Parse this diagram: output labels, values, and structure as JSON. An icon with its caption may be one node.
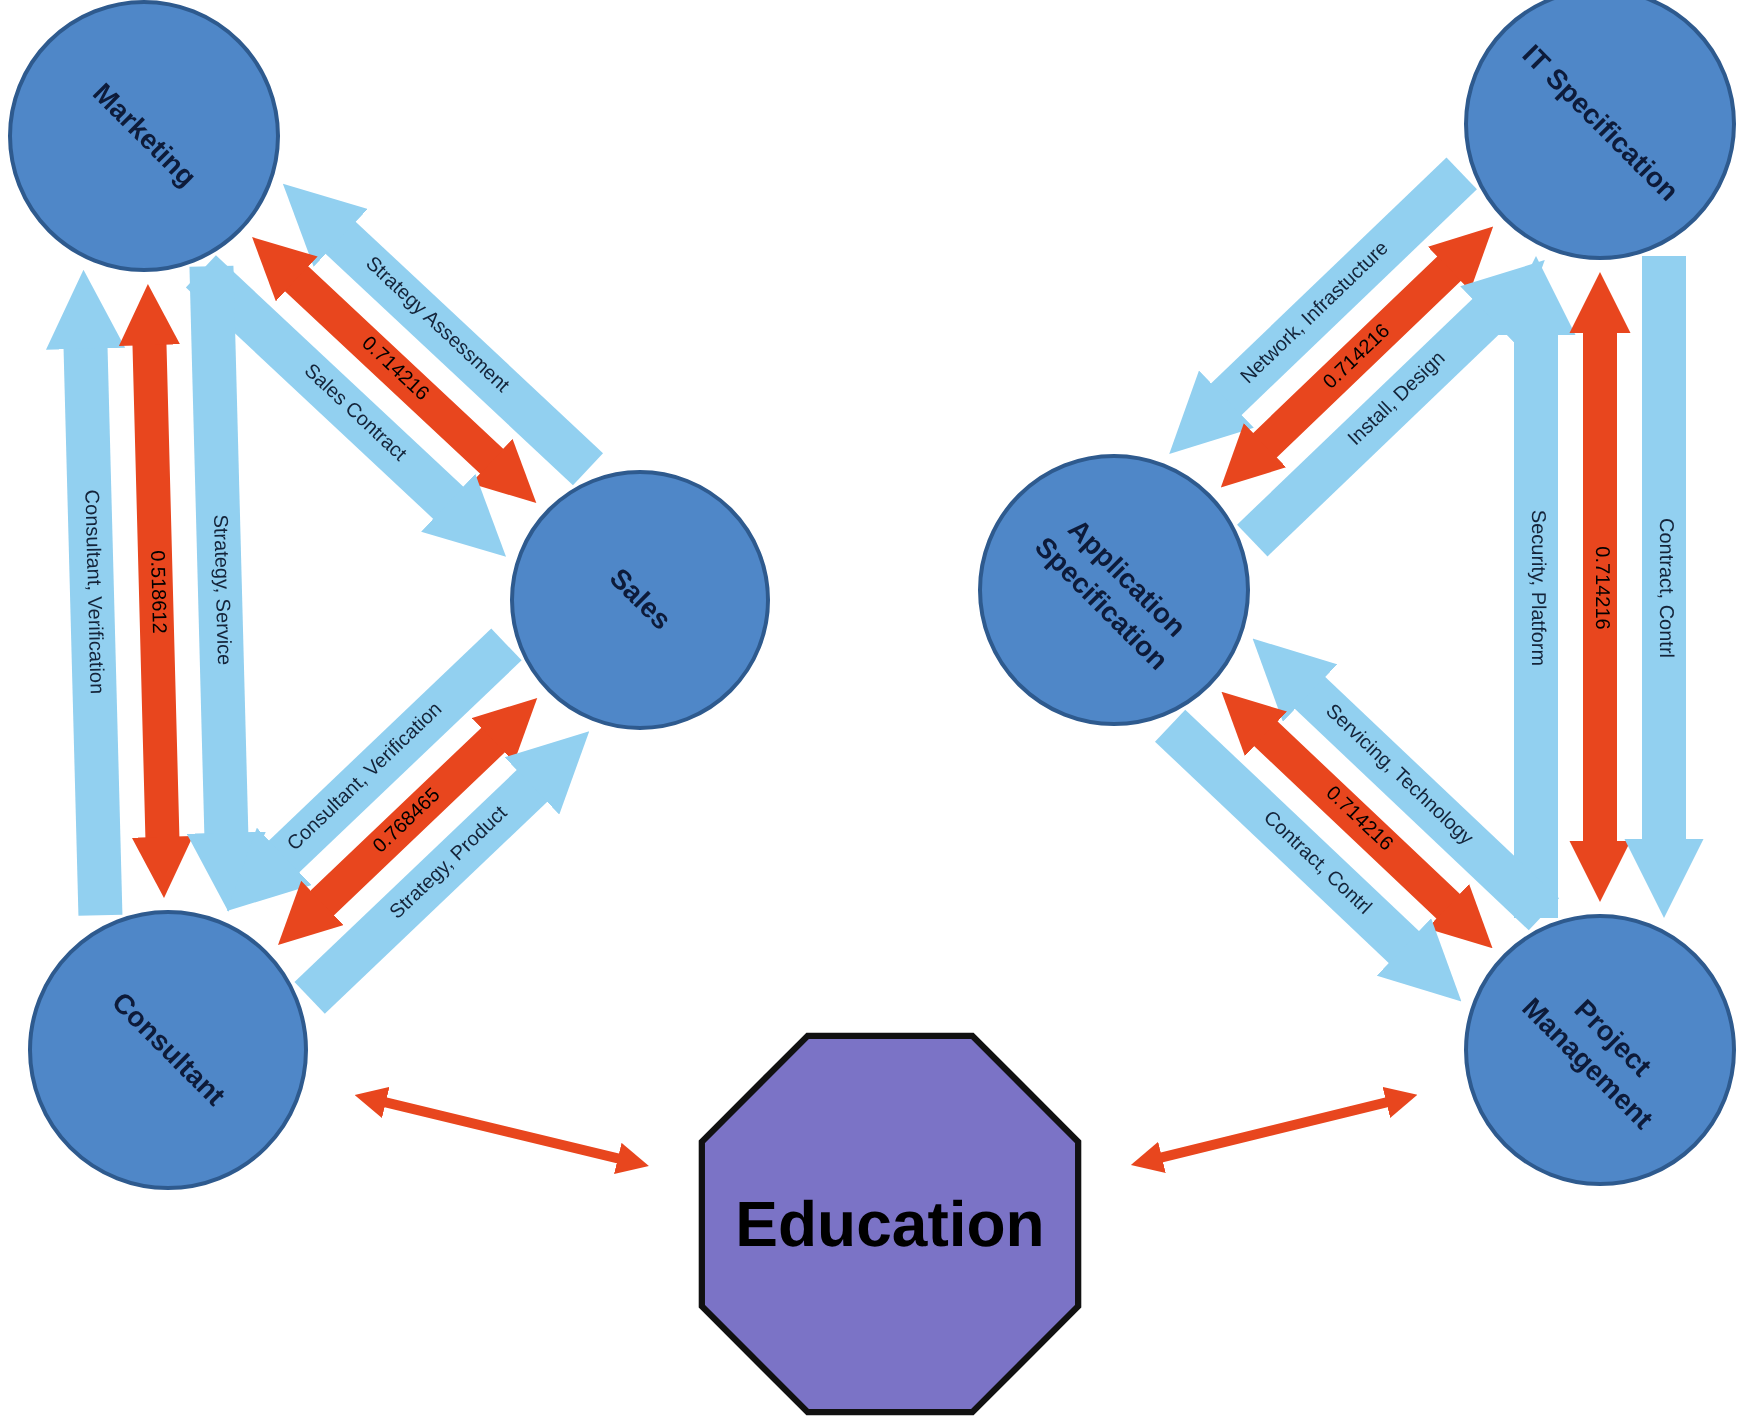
{
  "diagram": {
    "nodes": [
      {
        "text": [
          "Marketing"
        ]
      },
      {
        "text": [
          "Sales"
        ]
      },
      {
        "text": [
          "Consultant"
        ]
      },
      {
        "text": [
          "IT Specification"
        ]
      },
      {
        "text": [
          "Application Specification"
        ]
      },
      {
        "text": [
          "Project Management"
        ]
      },
      {
        "text": [
          "Education"
        ]
      }
    ],
    "edges": [
      {
        "from": 1,
        "to": 0,
        "arrow": "to",
        "label": "Strategy Assessment"
      },
      {
        "from": 0,
        "to": 1,
        "arrow": "both",
        "label": "0.714216",
        "color": "#e8461e"
      },
      {
        "from": 0,
        "to": 1,
        "arrow": "to",
        "label": "Sales Contract"
      },
      {
        "from": 2,
        "to": 0,
        "arrow": "to",
        "label": "Consultant, Verification"
      },
      {
        "from": 0,
        "to": 2,
        "arrow": "both",
        "label": "0.518612",
        "color": "#e8461e"
      },
      {
        "from": 0,
        "to": 2,
        "arrow": "to",
        "label": "Strategy, Service"
      },
      {
        "from": 1,
        "to": 2,
        "arrow": "to",
        "label": "Consultant, Verification"
      },
      {
        "from": 2,
        "to": 1,
        "arrow": "both",
        "label": "0.768465",
        "color": "#e8461e"
      },
      {
        "from": 2,
        "to": 1,
        "arrow": "to",
        "label": "Strategy, Product"
      },
      {
        "from": 3,
        "to": 4,
        "arrow": "to",
        "label": "Network, Infrastucture"
      },
      {
        "from": 3,
        "to": 4,
        "arrow": "both",
        "label": "0.714216",
        "color": "#e8461e"
      },
      {
        "from": 4,
        "to": 3,
        "arrow": "to",
        "label": "Install, Design"
      },
      {
        "from": 5,
        "to": 3,
        "arrow": "to",
        "label": "Security, Platform"
      },
      {
        "from": 3,
        "to": 5,
        "arrow": "both",
        "label": "0.714216",
        "color": "#e8461e"
      },
      {
        "from": 3,
        "to": 5,
        "arrow": "to",
        "label": "Contract, Contrl"
      },
      {
        "from": 5,
        "to": 4,
        "arrow": "to",
        "label": "Servicing, Technology"
      },
      {
        "from": 4,
        "to": 5,
        "arrow": "both",
        "label": "0.714216",
        "color": "#e8461e"
      },
      {
        "from": 4,
        "to": 5,
        "arrow": "to",
        "label": "Contract, Contrl"
      },
      {
        "from": 2,
        "to": 6,
        "arrow": "both",
        "color": "#e8461e"
      },
      {
        "from": 6,
        "to": 5,
        "arrow": "both",
        "color": "#e8461e"
      }
    ]
  }
}
